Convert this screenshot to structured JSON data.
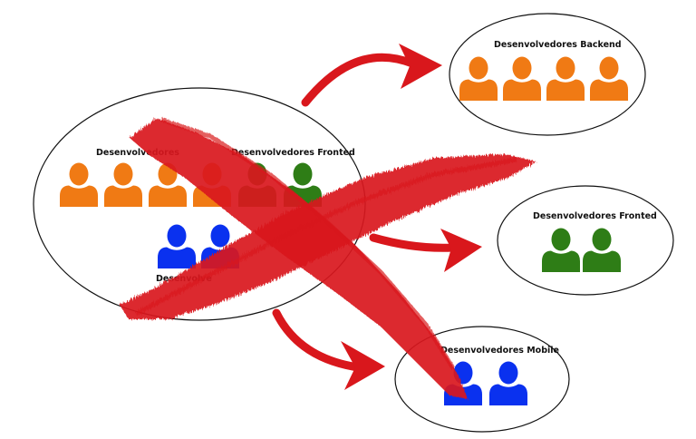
{
  "colors": {
    "backend": "#f07a14",
    "frontend": "#2e7d16",
    "mobile": "#0a31ef",
    "arrow": "#d9171c",
    "cross": "#d9171c"
  },
  "icons": {
    "person": "person-icon",
    "arrow": "curved-arrow-icon",
    "cross": "red-x-icon"
  },
  "source_group": {
    "backend_label": "Desenvolvedores",
    "frontend_label": "Desenvolvedores Fronted",
    "mobile_label": "Desenvolve",
    "backend_count": 4,
    "frontend_count": 2,
    "mobile_count": 2
  },
  "targets": {
    "backend": {
      "label": "Desenvolvedores Backend",
      "count": 4
    },
    "frontend": {
      "label": "Desenvolvedores Fronted",
      "count": 2
    },
    "mobile": {
      "label": "Desenvolvedores Mobile",
      "count": 2
    }
  }
}
